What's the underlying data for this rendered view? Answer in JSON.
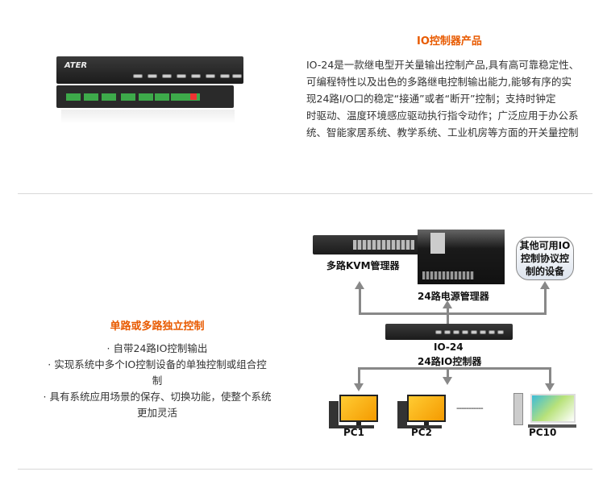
{
  "product": {
    "title": "IO控制器产品",
    "description_lines": [
      "IO-24是一款继电型开关量输出控制产品,具有高可靠稳定性、",
      "可编程特性以及出色的多路继电控制输出能力,能够有序的实",
      "现24路I/O口的稳定“接通”或者“断开”控制；支持时钟定",
      "时驱动、温度环境感应驱动执行指令动作；广泛应用于办公系",
      "统、智能家居系统、教学系统、工业机房等方面的开关量控制"
    ],
    "device_brand": "ATER"
  },
  "feature": {
    "title": "单路或多路独立控制",
    "bullets": [
      "· 自带24路IO控制输出",
      "· 实现系统中多个IO控制设备的单独控制或组合控",
      "制",
      "· 具有系统应用场景的保存、切换功能，使整个系统",
      "更加灵活"
    ]
  },
  "diagram": {
    "kvm_label": "多路KVM管理器",
    "power_label": "24路电源管理器",
    "other_lines": [
      "其他可用IO",
      "控制协议控",
      "制的设备"
    ],
    "io_model": "IO-24",
    "io_label": "24路IO控制器",
    "pcs": [
      "PC1",
      "PC2",
      "PC10"
    ],
    "ellipsis": "-----------"
  },
  "colors": {
    "accent": "#e85a00",
    "arrow": "#888888"
  }
}
